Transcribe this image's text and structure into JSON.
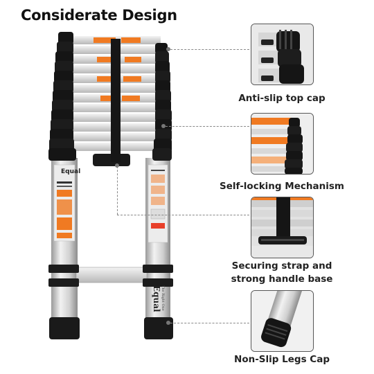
{
  "title": "Considerate Design",
  "brand": {
    "name": "Equal",
    "tagline": "The Right One"
  },
  "callouts": [
    {
      "id": "top-cap",
      "label": "Anti-slip top cap"
    },
    {
      "id": "locking",
      "label": "Self-locking Mechanism"
    },
    {
      "id": "strap",
      "label_line1": "Securing strap and",
      "label_line2": "strong handle base"
    },
    {
      "id": "leg",
      "label": "Non-Slip Legs Cap"
    }
  ],
  "colors": {
    "accent": "#f07a22",
    "cap": "#1a1a1a",
    "rail": "#d9d9d9"
  }
}
